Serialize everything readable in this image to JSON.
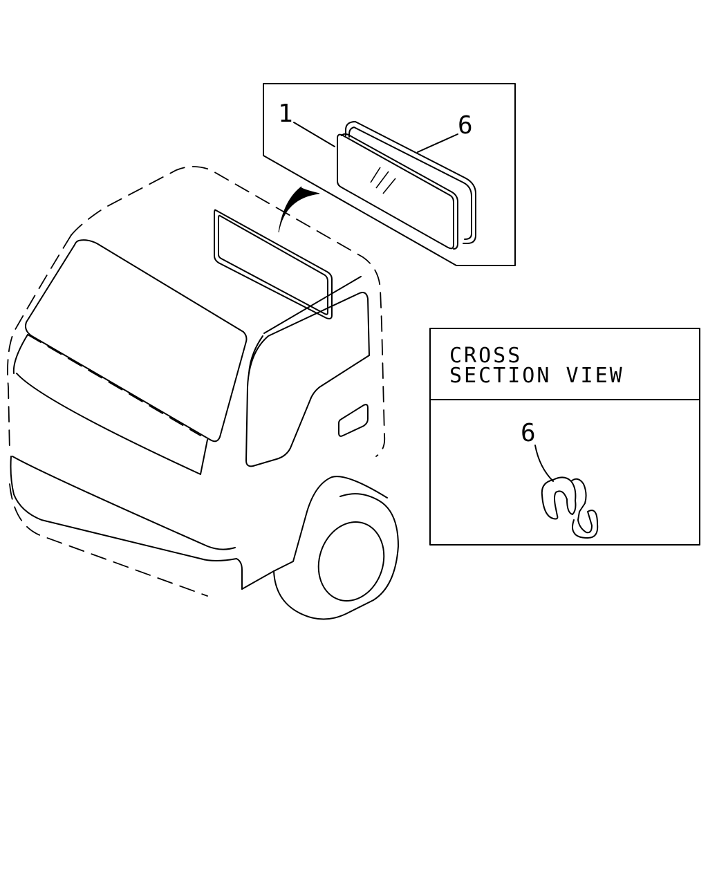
{
  "callouts": {
    "glass_part": "1",
    "seal_part": "6",
    "section_part": "6"
  },
  "cross_section": {
    "line1": "CROSS",
    "line2": "SECTION VIEW"
  },
  "colors": {
    "ink": "#000000",
    "paper": "#ffffff"
  }
}
